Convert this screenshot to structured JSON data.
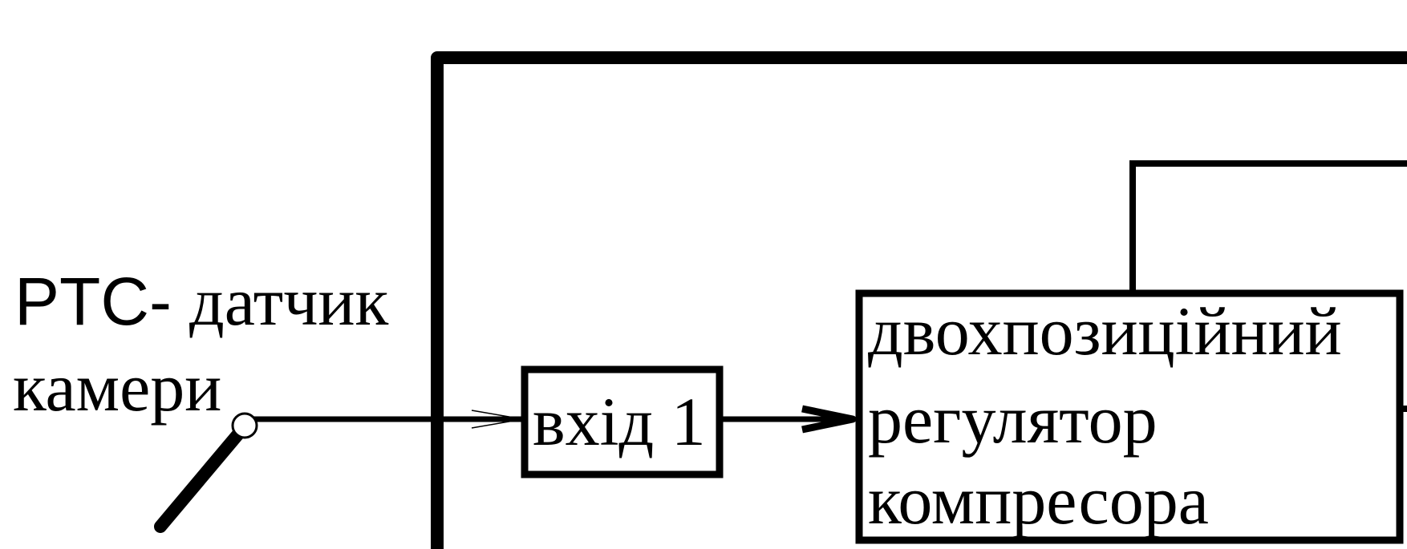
{
  "sensor": {
    "line1_prefix": "PTC-",
    "line1_word": "датчик",
    "line2": "камери"
  },
  "input_block": {
    "label": "вхід 1"
  },
  "regulator_block": {
    "line1": "двохпозиційний",
    "line2": "регулятор",
    "line3": "компресора"
  },
  "colors": {
    "stroke": "#000000",
    "background": "#ffffff"
  }
}
